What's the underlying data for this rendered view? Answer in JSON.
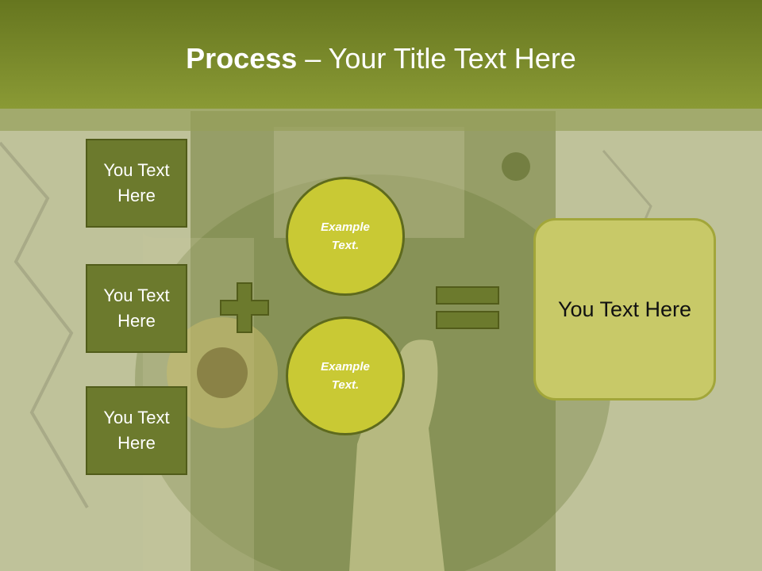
{
  "slide": {
    "title_bold": "Process",
    "title_rest": " – Your Title Text Here"
  },
  "boxes": [
    {
      "text": "You Text Here"
    },
    {
      "text": "You Text Here"
    },
    {
      "text": "You Text Here"
    }
  ],
  "circles": [
    {
      "text": "Example Text."
    },
    {
      "text": "Example Text."
    }
  ],
  "result": {
    "text": "You Text Here"
  },
  "symbols": {
    "plus": "plus-sign",
    "equals": "equals-sign"
  },
  "colors": {
    "title_band": "#7a8a2b",
    "box_fill": "#6c7a2d",
    "circle_fill": "#c9c934",
    "result_fill": "#c8c968",
    "symbol_fill": "#6c7a2d"
  }
}
